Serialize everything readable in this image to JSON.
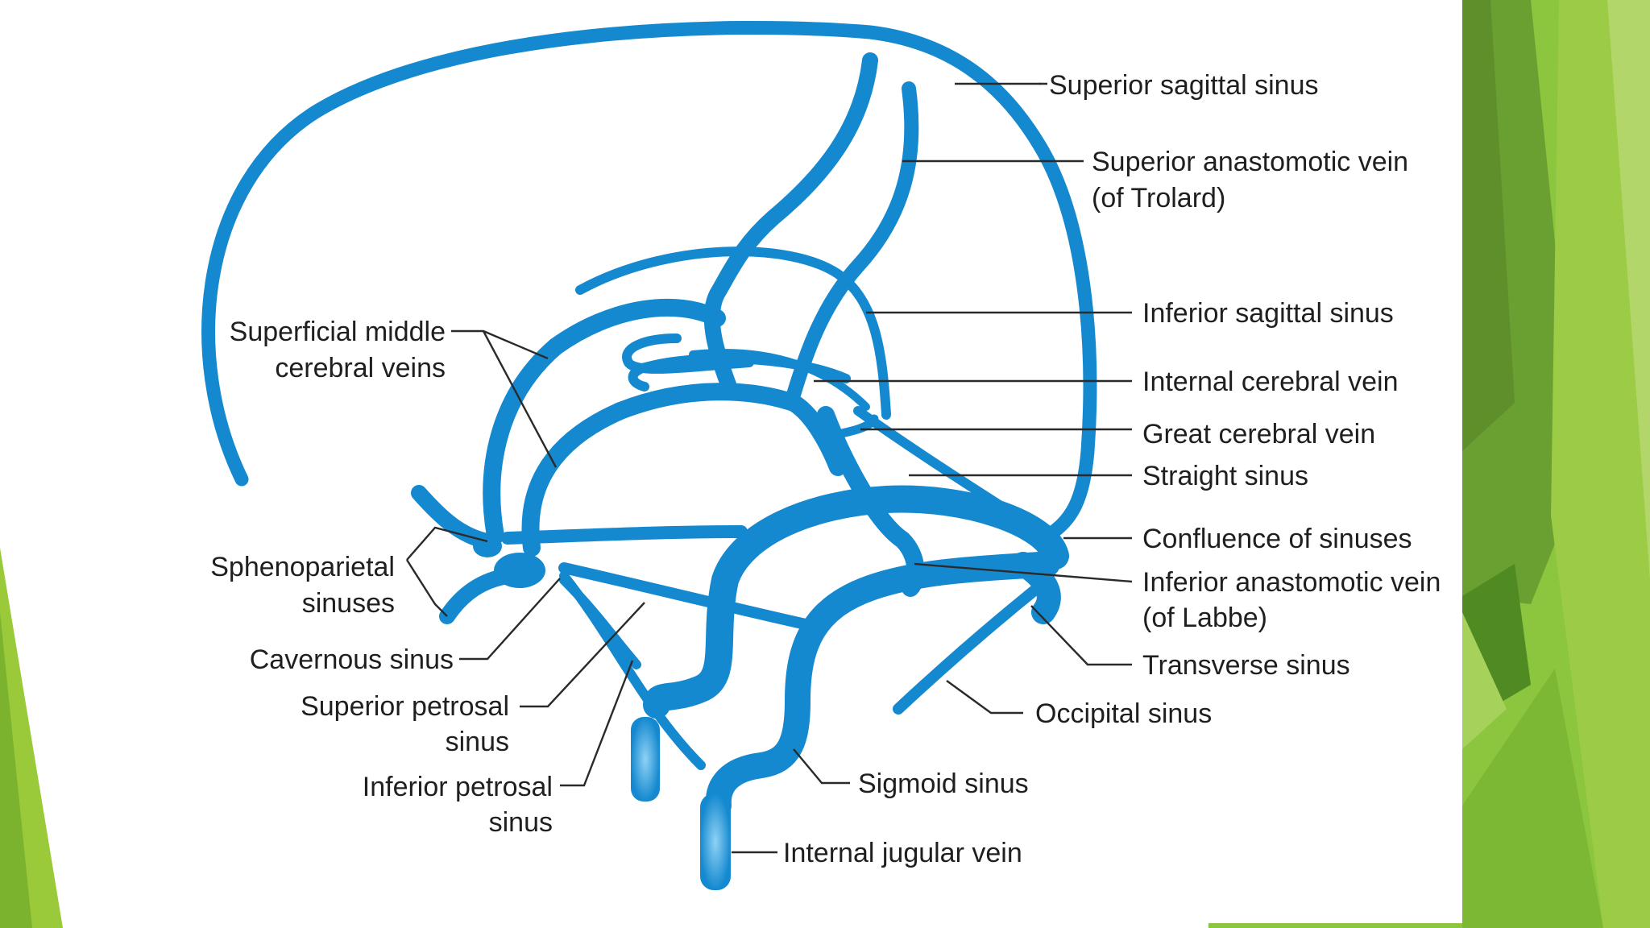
{
  "colors": {
    "vein": "#1589cf",
    "vein_highlight": "#6cc3f0",
    "accent_green_light": "#9ac93a",
    "accent_green": "#7bb32e",
    "accent_green_dark": "#5a8f28",
    "background": "#ffffff"
  },
  "diagram": {
    "labels": {
      "superior_sagittal_sinus": "Superior sagittal sinus",
      "superior_anastomotic_vein_1": "Superior anastomotic vein",
      "superior_anastomotic_vein_2": "(of Trolard)",
      "inferior_sagittal_sinus": "Inferior sagittal sinus",
      "internal_cerebral_vein": "Internal cerebral vein",
      "great_cerebral_vein": "Great cerebral vein",
      "straight_sinus": "Straight sinus",
      "confluence_of_sinuses": "Confluence of sinuses",
      "inferior_anastomotic_vein_1": "Inferior anastomotic vein",
      "inferior_anastomotic_vein_2": "(of Labbe)",
      "transverse_sinus": "Transverse sinus",
      "occipital_sinus": "Occipital sinus",
      "sigmoid_sinus": "Sigmoid sinus",
      "internal_jugular_vein": "Internal jugular vein",
      "superficial_middle_cerebral_veins_1": "Superficial middle",
      "superficial_middle_cerebral_veins_2": "cerebral veins",
      "sphenoparietal_sinuses_1": "Sphenoparietal",
      "sphenoparietal_sinuses_2": "sinuses",
      "cavernous_sinus": "Cavernous sinus",
      "superior_petrosal_sinus_1": "Superior petrosal",
      "superior_petrosal_sinus_2": "sinus",
      "inferior_petrosal_sinus_1": "Inferior petrosal",
      "inferior_petrosal_sinus_2": "sinus"
    }
  }
}
